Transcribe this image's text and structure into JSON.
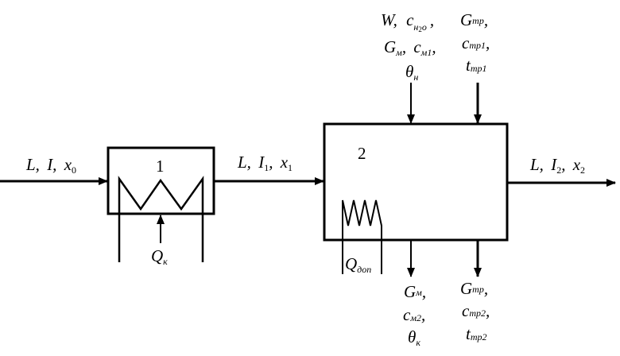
{
  "inlet": {
    "L": "L,",
    "I": "I,",
    "x": "x",
    "x_sub": "0"
  },
  "heater_number": "1",
  "heater_heat": {
    "main": "Q",
    "sub": "к"
  },
  "mid_stream": {
    "L": "L,",
    "I": "I",
    "I_sub": "1",
    "comma": ",",
    "x": "x",
    "x_sub": "1"
  },
  "dryer_number": "2",
  "outlet": {
    "L": "L,",
    "I": "I",
    "I_sub": "2",
    "comma": ",",
    "x": "x",
    "x_sub": "2"
  },
  "extra_heat": {
    "main": "Q",
    "sub": "доп"
  },
  "material_in": {
    "W": "W,",
    "c": "c",
    "c_sub": "н",
    "c_sub2": "2",
    "c_sub3": "о",
    "c_tail": ",",
    "G": "G",
    "G_sub": "м",
    "G_comma": ",",
    "cm": "c",
    "cm_sub": "м1",
    "cm_comma": ",",
    "theta": "θ",
    "theta_sub": "н"
  },
  "transport_in": {
    "G": "G",
    "G_sub": "тр",
    "G_comma": ",",
    "c": "c",
    "c_sub": "тр1",
    "c_comma": ",",
    "t": "t",
    "t_sub": "тр1"
  },
  "material_out": {
    "G": "G",
    "G_sub": "м",
    "G_comma": ",",
    "c": "c",
    "c_sub": "м2",
    "c_comma": ",",
    "theta": "θ",
    "theta_sub": "к"
  },
  "transport_out": {
    "G": "G",
    "G_sub": "тр",
    "G_comma": ",",
    "c": "c",
    "c_sub": "тр2",
    "c_comma": ",",
    "t": "t",
    "t_sub": "тр2"
  }
}
